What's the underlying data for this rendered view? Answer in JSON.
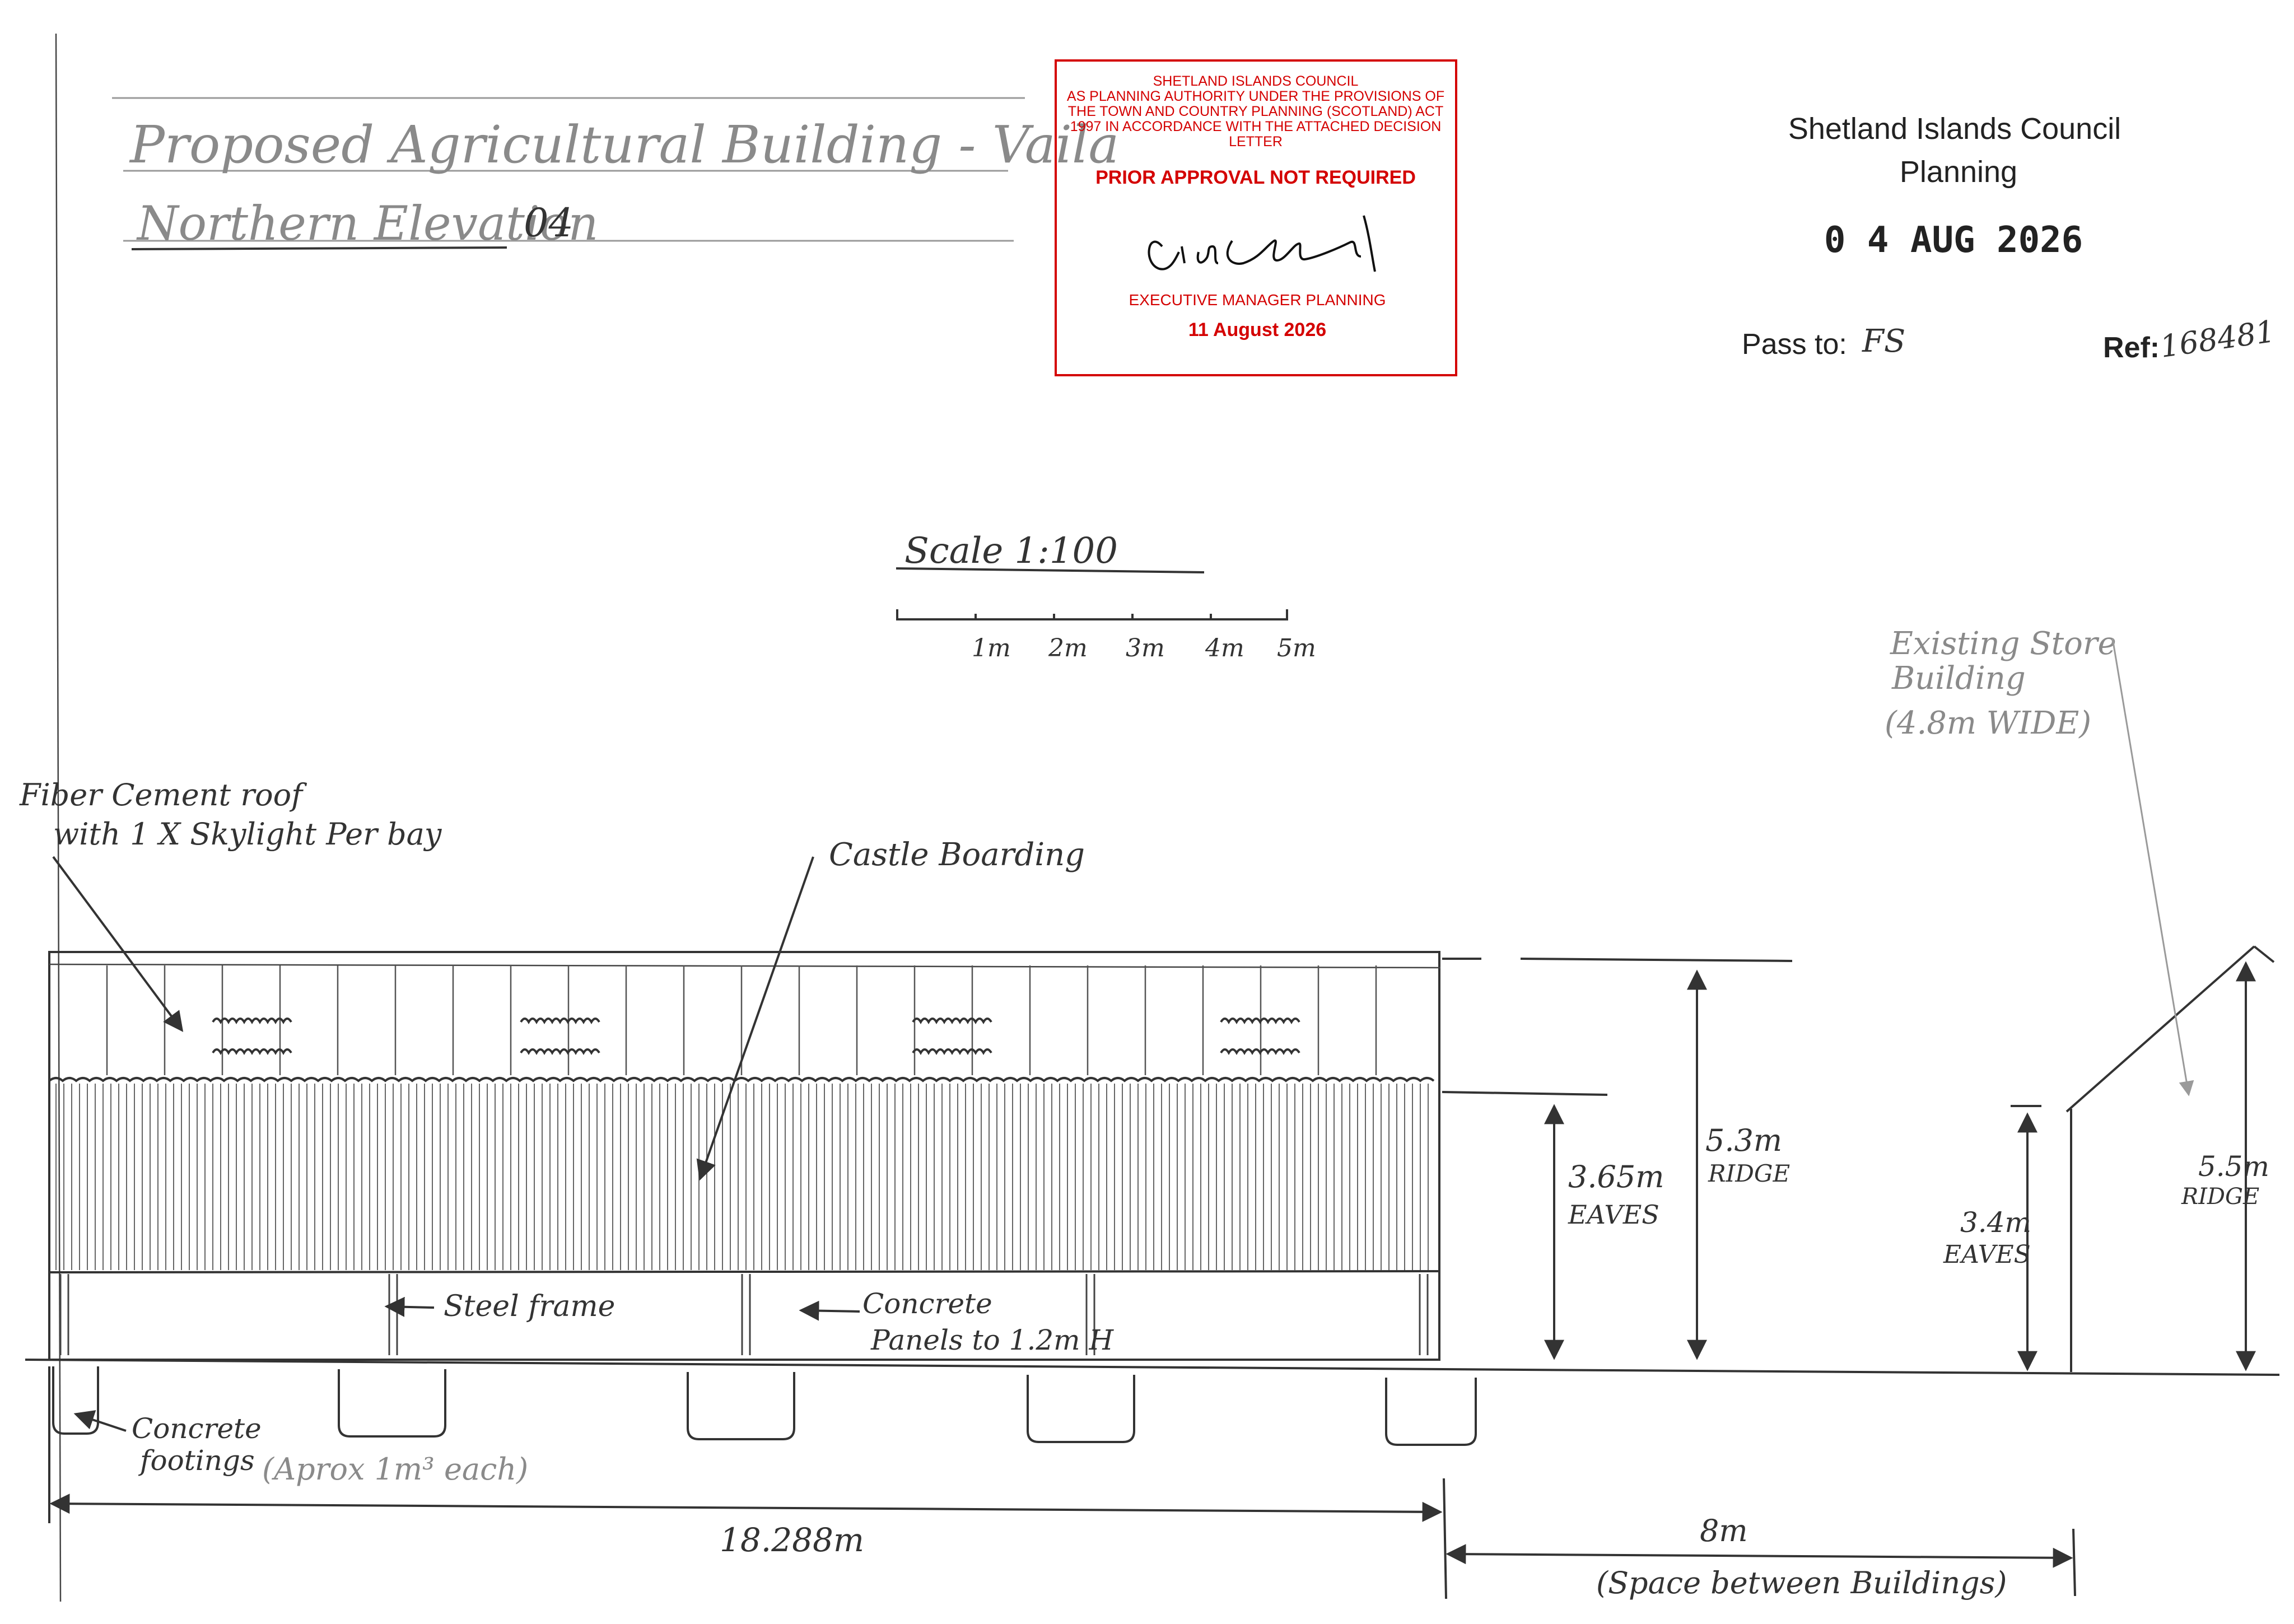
{
  "title": {
    "line1": "Proposed Agricultural Building - Vaila",
    "line2": "Northern Elevation",
    "sheet_number": "04"
  },
  "stamp": {
    "header": [
      "SHETLAND ISLANDS COUNCIL",
      "AS PLANNING AUTHORITY UNDER THE PROVISIONS OF",
      "THE TOWN AND COUNTRY PLANNING (SCOTLAND) ACT",
      "1997 IN ACCORDANCE WITH THE ATTACHED DECISION",
      "LETTER"
    ],
    "status": "PRIOR APPROVAL NOT REQUIRED",
    "officer": "EXECUTIVE MANAGER PLANNING",
    "date": "11 August 2026",
    "color": "#d40000"
  },
  "council": {
    "name": "Shetland Islands Council",
    "dept": "Planning",
    "received_date": "0 4  AUG  2026",
    "pass_to_label": "Pass to:",
    "pass_to_value": "FS",
    "ref_label": "Ref:",
    "ref_value": "168481"
  },
  "scale": {
    "label": "Scale  1:100",
    "ticks": [
      "1m",
      "2m",
      "3m",
      "4m",
      "5m"
    ]
  },
  "labels": {
    "roof_line1": "Fiber Cement roof",
    "roof_line2": "with  1 X  Skylight  Per bay",
    "boarding": "Castle Boarding",
    "existing_line1": "Existing  Store",
    "existing_line2": "Building",
    "existing_line3": "(4.8m  WIDE)",
    "steel": "Steel  frame",
    "panels_line1": "Concrete",
    "panels_line2": "Panels  to 1.2m H",
    "footings_line1": "Concrete",
    "footings_line2": "footings",
    "footings_note": "(Aprox 1m³ each)"
  },
  "dimensions": {
    "eaves_value": "3.65m",
    "eaves_label": "EAVES",
    "ridge_value": "5.3m",
    "ridge_label": "RIDGE",
    "existing_eaves_value": "3.4m",
    "existing_eaves_label": "EAVES",
    "existing_ridge_value": "5.5m",
    "existing_ridge_label": "RIDGE",
    "length": "18.288m",
    "gap_value": "8m",
    "gap_note": "(Space between Buildings)"
  }
}
